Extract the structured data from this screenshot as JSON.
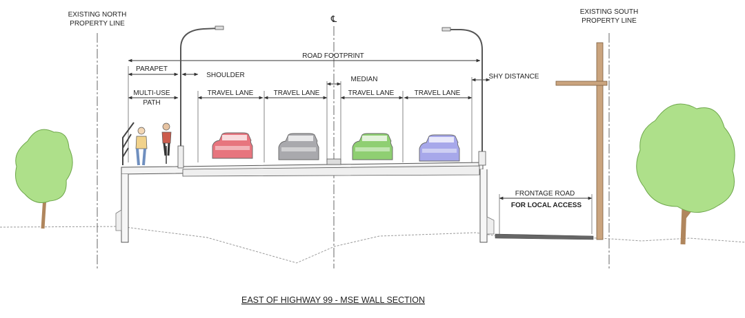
{
  "labels": {
    "north_property_line_1": "EXISTING NORTH",
    "north_property_line_2": "PROPERTY LINE",
    "south_property_line_1": "EXISTING SOUTH",
    "south_property_line_2": "PROPERTY LINE",
    "centerline_symbol": "℄",
    "road_footprint": "ROAD FOOTPRINT",
    "parapet": "PARAPET",
    "shoulder": "SHOULDER",
    "median": "MEDIAN",
    "shy_distance": "SHY DISTANCE",
    "multi_use_1": "MULTI-USE",
    "multi_use_2": "PATH",
    "travel_lane_1": "TRAVEL LANE",
    "travel_lane_2": "TRAVEL LANE",
    "travel_lane_3": "TRAVEL LANE",
    "travel_lane_4": "TRAVEL LANE",
    "frontage_road": "FRONTAGE ROAD",
    "local_access": "FOR LOCAL ACCESS",
    "title": "EAST OF HIGHWAY 99 - MSE WALL SECTION"
  },
  "colors": {
    "car_1": "#e7757e",
    "car_2": "#a9a9ad",
    "car_3": "#8fcf72",
    "car_4": "#a7a8ea",
    "tree_foliage": "#aee08a",
    "tree_trunk": "#b0865d",
    "pole": "#caa47e",
    "line": "#333333"
  }
}
